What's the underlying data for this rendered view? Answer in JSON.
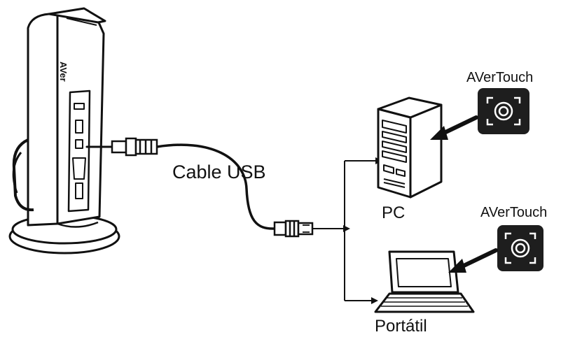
{
  "labels": {
    "cable": "Cable USB",
    "pc": "PC",
    "laptop": "Portátil",
    "app_top": "AVerTouch",
    "app_bottom": "AVerTouch"
  },
  "brand_mark": "AVer",
  "icons": {
    "document_camera": "document-camera-icon",
    "usb_plug": "usb-plug-icon",
    "desktop_pc": "desktop-pc-icon",
    "laptop": "laptop-icon",
    "avertouch_app": "avertouch-app-icon"
  },
  "colors": {
    "line": "#111111",
    "app_icon_bg": "#1e1e1e",
    "app_icon_fg": "#ffffff",
    "device_fill": "#ffffff"
  }
}
